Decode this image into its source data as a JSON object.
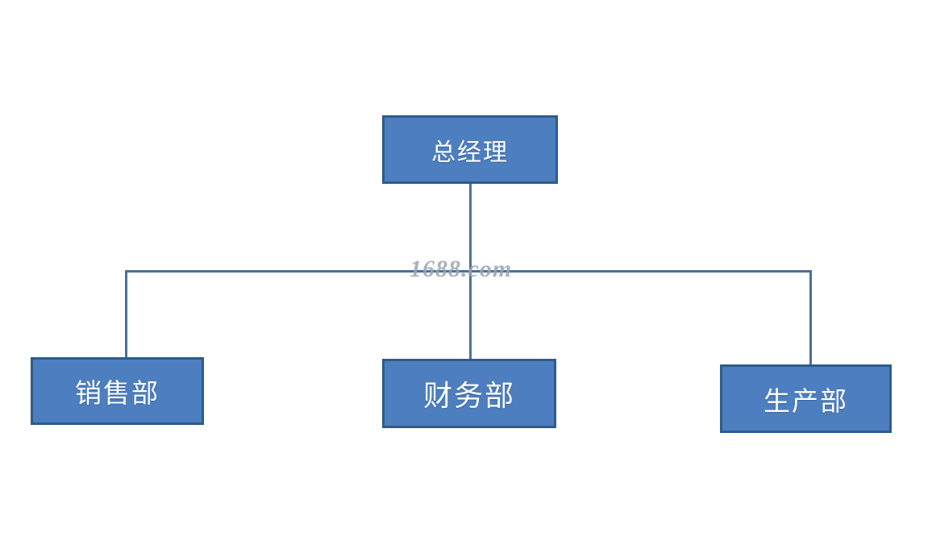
{
  "diagram": {
    "type": "org-chart",
    "background_color": "#FFFFFF",
    "node_fill_color": "#4D7EBF",
    "node_border_color": "#2E5C8A",
    "node_text_color": "#FFFFFF",
    "connector_color": "#4A7099",
    "nodes": [
      {
        "id": "manager",
        "label": "总经理",
        "level": 0
      },
      {
        "id": "sales",
        "label": "销售部",
        "level": 1
      },
      {
        "id": "finance",
        "label": "财务部",
        "level": 1
      },
      {
        "id": "production",
        "label": "生产部",
        "level": 1
      }
    ],
    "edges": [
      {
        "from": "manager",
        "to": "sales"
      },
      {
        "from": "manager",
        "to": "finance"
      },
      {
        "from": "manager",
        "to": "production"
      }
    ]
  },
  "watermark": {
    "text": "1688.com",
    "color": "#9AA4B4"
  }
}
